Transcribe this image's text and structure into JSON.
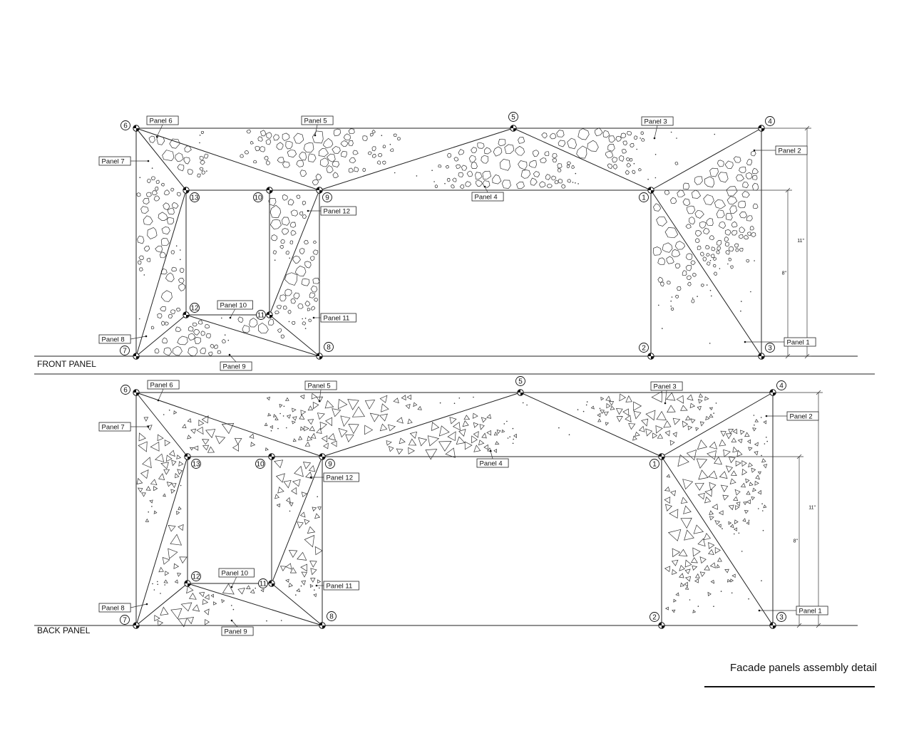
{
  "views": [
    {
      "title": "FRONT PANEL",
      "shape": "round"
    },
    {
      "title": "BACK PANEL",
      "shape": "tri"
    }
  ],
  "nodes": [
    "1",
    "2",
    "3",
    "4",
    "5",
    "6",
    "7",
    "8",
    "9",
    "10",
    "11",
    "12",
    "13"
  ],
  "panels": [
    "Panel 1",
    "Panel 2",
    "Panel 3",
    "Panel 4",
    "Panel 5",
    "Panel 6",
    "Panel 7",
    "Panel 8",
    "Panel 9",
    "Panel 10",
    "Panel 11",
    "Panel 12"
  ],
  "dimensions": {
    "overall_height": "11\"",
    "opening_height": "8\""
  },
  "caption": "Facade panels assembly detail"
}
